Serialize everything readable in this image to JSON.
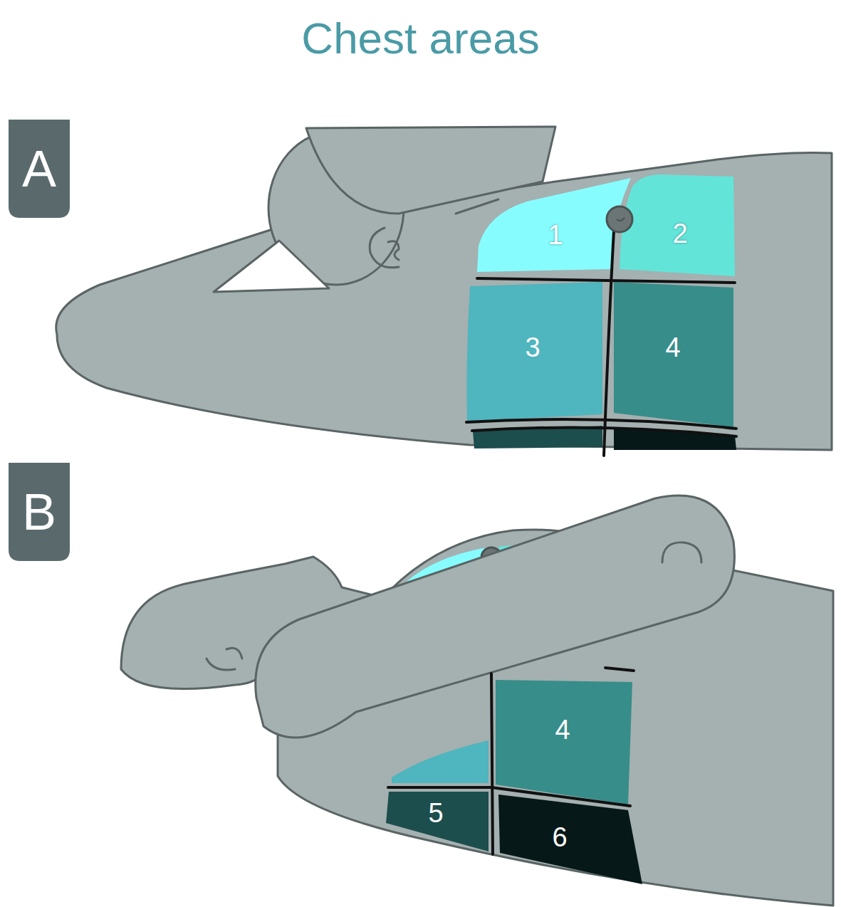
{
  "diagram": {
    "title": "Chest areas",
    "nodes": [
      {
        "text": [
          "A"
        ]
      },
      {
        "text": [
          "1"
        ]
      },
      {
        "text": [
          "2"
        ]
      },
      {
        "text": [
          "3"
        ]
      },
      {
        "text": [
          "4"
        ]
      },
      {
        "text": [
          "B"
        ]
      },
      {
        "text": [
          "4"
        ]
      },
      {
        "text": [
          "5"
        ]
      },
      {
        "text": [
          "6"
        ]
      }
    ]
  }
}
